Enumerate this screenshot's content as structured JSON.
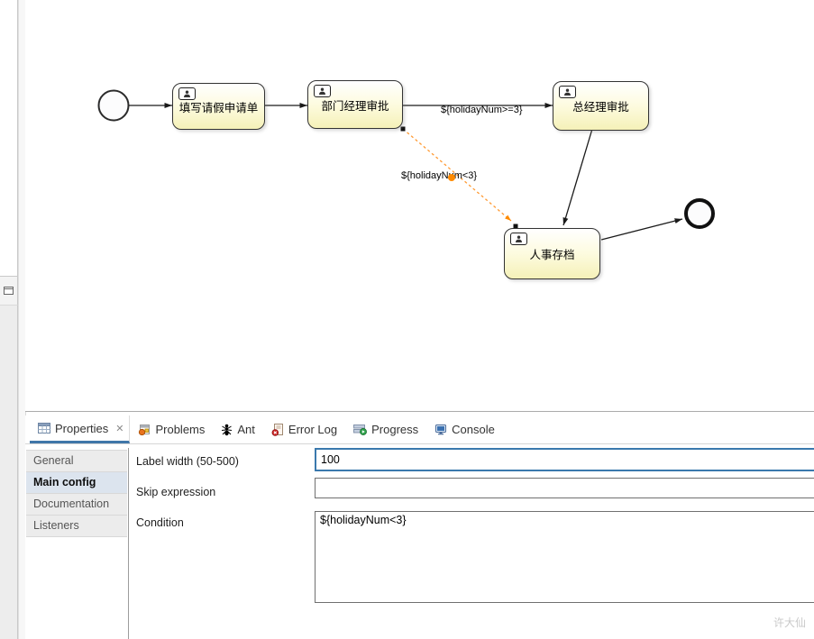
{
  "diagram": {
    "tasks": [
      {
        "name": "填写请假申请单"
      },
      {
        "name": "部门经理审批"
      },
      {
        "name": "总经理审批"
      },
      {
        "name": "人事存档"
      }
    ],
    "flow_labels": [
      {
        "text": "${holidayNum>=3}"
      },
      {
        "text": "${holidayNum<3}"
      }
    ]
  },
  "properties": {
    "tabs": [
      {
        "label": "Properties",
        "active": true,
        "icon": "table-icon"
      },
      {
        "label": "Problems",
        "icon": "problems-icon"
      },
      {
        "label": "Ant",
        "icon": "ant-icon"
      },
      {
        "label": "Error Log",
        "icon": "error-log-icon"
      },
      {
        "label": "Progress",
        "icon": "progress-icon"
      },
      {
        "label": "Console",
        "icon": "console-icon"
      }
    ],
    "tab_close_glyph": "✕",
    "sidebar": {
      "items": [
        {
          "label": "General",
          "selected": false
        },
        {
          "label": "Main config",
          "selected": true
        },
        {
          "label": "Documentation",
          "selected": false
        },
        {
          "label": "Listeners",
          "selected": false
        }
      ]
    },
    "fields": [
      {
        "label": "Label width (50-500)",
        "value": "100",
        "focused": true
      },
      {
        "label": "Skip expression",
        "value": ""
      },
      {
        "label": "Condition",
        "value": "${holidayNum<3}"
      }
    ]
  },
  "watermark": "许大仙",
  "colors": {
    "accent_blue": "#4076a8",
    "selection_bg": "#dce4ee",
    "task_fill": "#f5f1b8",
    "flow_orange": "#ff9a33",
    "flow_handle_orange": "#ff8a00"
  }
}
